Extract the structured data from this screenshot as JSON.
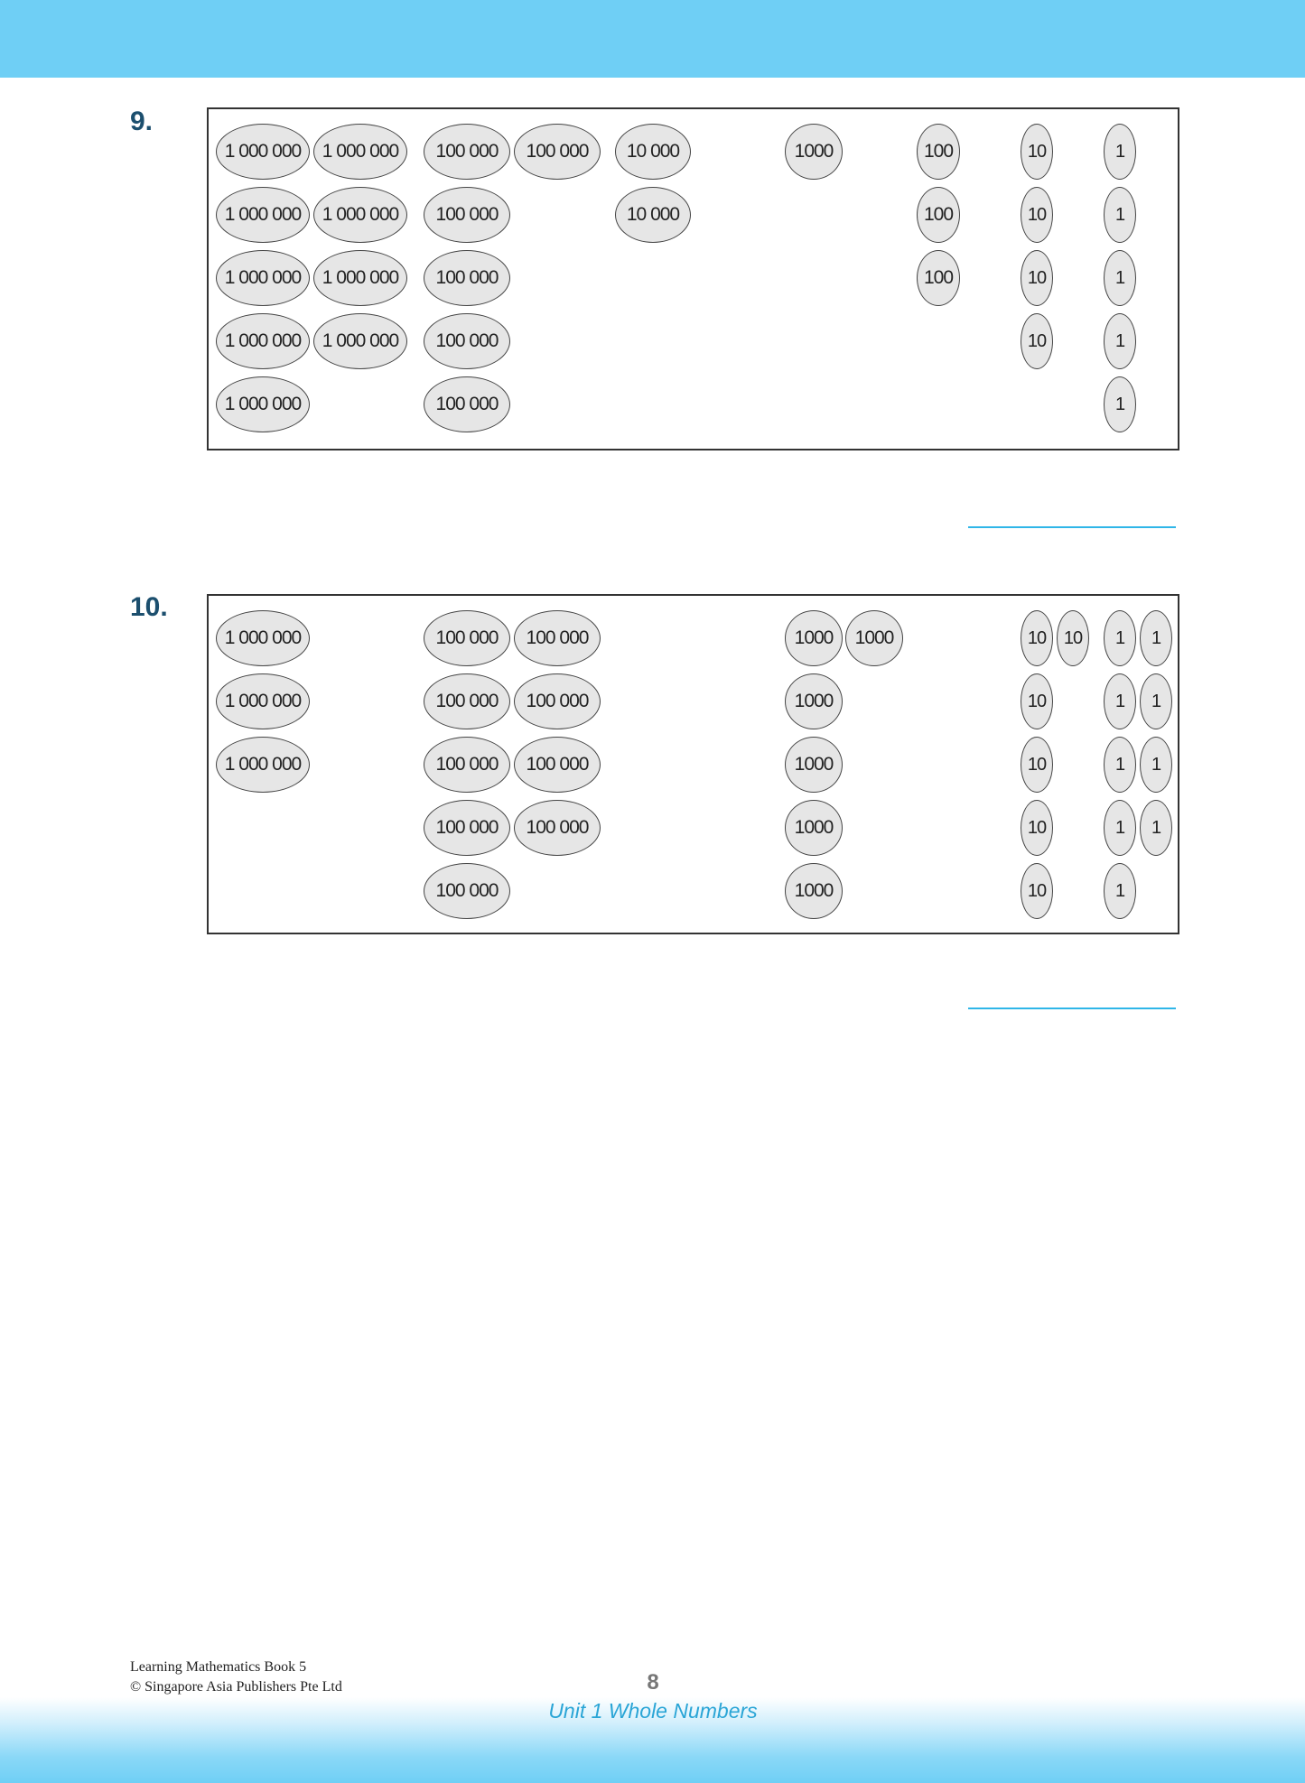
{
  "header": {
    "band_color": "#6fcff5"
  },
  "questions": [
    {
      "number": "9.",
      "discs": {
        "millions": [
          "1 000 000",
          "1 000 000",
          "1 000 000",
          "1 000 000",
          "1 000 000",
          "1 000 000",
          "1 000 000",
          "1 000 000",
          "1 000 000"
        ],
        "hundred_thousands": [
          "100 000",
          "100 000",
          "100 000",
          "100 000",
          "100 000",
          "100 000"
        ],
        "ten_thousands": [
          "10 000",
          "10 000"
        ],
        "thousands": [
          "1000"
        ],
        "hundreds": [
          "100",
          "100",
          "100"
        ],
        "tens": [
          "10",
          "10",
          "10",
          "10"
        ],
        "ones": [
          "1",
          "1",
          "1",
          "1",
          "1"
        ]
      },
      "answer": ""
    },
    {
      "number": "10.",
      "discs": {
        "millions": [
          "1 000 000",
          "1 000 000",
          "1 000 000"
        ],
        "hundred_thousands": [
          "100 000",
          "100 000",
          "100 000",
          "100 000",
          "100 000",
          "100 000",
          "100 000",
          "100 000",
          "100 000"
        ],
        "thousands": [
          "1000",
          "1000",
          "1000",
          "1000",
          "1000",
          "1000"
        ],
        "tens": [
          "10",
          "10",
          "10",
          "10",
          "10",
          "10"
        ],
        "ones": [
          "1",
          "1",
          "1",
          "1",
          "1",
          "1",
          "1",
          "1",
          "1"
        ]
      },
      "answer": ""
    }
  ],
  "footer": {
    "book_title": "Learning Mathematics Book 5",
    "copyright": "© Singapore Asia Publishers Pte Ltd",
    "page_number": "8",
    "unit": "Unit 1  Whole Numbers"
  },
  "colors": {
    "accent": "#2fb6e8",
    "question_number": "#1c4f6e",
    "disc_fill": "#e6e6e6"
  }
}
